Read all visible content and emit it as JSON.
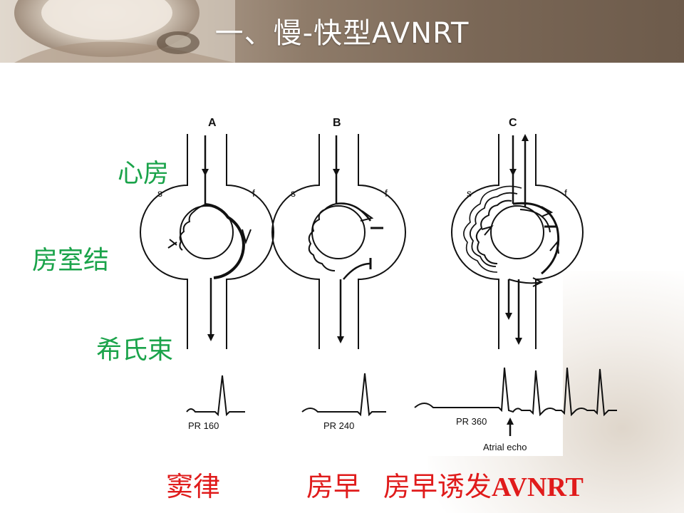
{
  "slide": {
    "title": "一、慢-快型AVNRT",
    "colors": {
      "label_green": "#1aa34a",
      "label_red": "#e01b1b",
      "title": "#ffffff",
      "ink": "#111111"
    }
  },
  "labels": {
    "atrium": "心房",
    "av_node": "房室结",
    "his_bundle": "希氏束",
    "sinus_rhythm": "窦律",
    "pac": "房早",
    "pac_induced_prefix": "房早诱发",
    "pac_induced_suffix": "AVNRT"
  },
  "panels": [
    {
      "id": "A",
      "letter": "A",
      "slow": "s",
      "fast": "f",
      "pr": "PR 160"
    },
    {
      "id": "B",
      "letter": "B",
      "slow": "s",
      "fast": "f",
      "pr": "PR 240"
    },
    {
      "id": "C",
      "letter": "C",
      "slow": "s",
      "fast": "f",
      "pr": "PR 360",
      "annotation": "Atrial echo"
    }
  ]
}
